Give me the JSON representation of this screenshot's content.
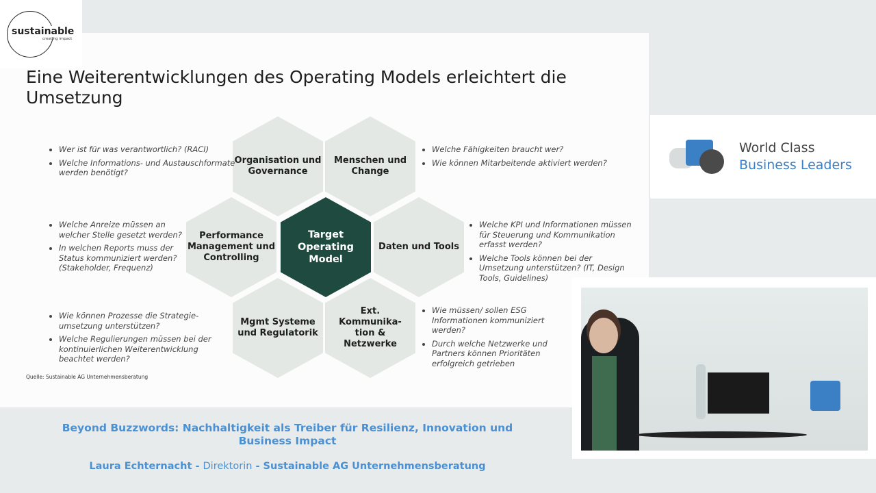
{
  "logo": {
    "word": "sustainable",
    "tagline": "creating impact"
  },
  "slide": {
    "title": "Eine Weiterentwicklungen des Operating Models erleichtert die Umsetzung",
    "hexagons": [
      "Organisation und Governance",
      "Menschen und Change",
      "Performance Management und Controlling",
      "Target Operating Model",
      "Daten und Tools",
      "Mgmt Systeme und Regulatorik",
      "Ext. Kommunika-tion & Netzwerke"
    ],
    "notes": {
      "top_left": [
        "Wer ist für was verantwortlich? (RACI)",
        "Welche Informations- und Austauschformate werden benötigt?"
      ],
      "mid_left": [
        "Welche Anreize müssen an welcher Stelle gesetzt werden?",
        "In welchen Reports muss der Status kommuniziert werden? (Stakeholder, Frequenz)"
      ],
      "bottom_left": [
        "Wie können Prozesse die Strategie-umsetzung unterstützen?",
        "Welche Regulierungen müssen bei der kontinuierlichen Weiterentwicklung beachtet werden?"
      ],
      "top_right": [
        "Welche Fähigkeiten braucht wer?",
        "Wie können Mitarbeitende aktiviert werden?"
      ],
      "mid_right": [
        "Welche KPI und Informationen müssen für Steuerung und Kommunikation erfasst werden?",
        "Welche Tools können bei der Umsetzung unterstützen? (IT, Design Tools, Guidelines)"
      ],
      "bottom_right": [
        "Wie müssen/ sollen ESG Informationen kommuniziert werden?",
        "Durch welche Netzwerke und Partners können Prioritäten erfolgreich getrieben"
      ]
    },
    "source": "Quelle: Sustainable AG Unternehmensberatung"
  },
  "sponsor": {
    "line1": "World Class",
    "line2": "Business Leaders"
  },
  "talk": {
    "title": "Beyond Buzzwords: Nachhaltigkeit als Treiber für Resilienz, Innovation und Business Impact",
    "speaker": "Laura Echternacht",
    "sep1": " - ",
    "role": "Direktorin",
    "sep2": " - ",
    "company": "Sustainable AG Unternehmensberatung"
  },
  "colors": {
    "accent": "#1f4a40",
    "hex": "#e3e8e5",
    "talk_text": "#4a90d2"
  }
}
